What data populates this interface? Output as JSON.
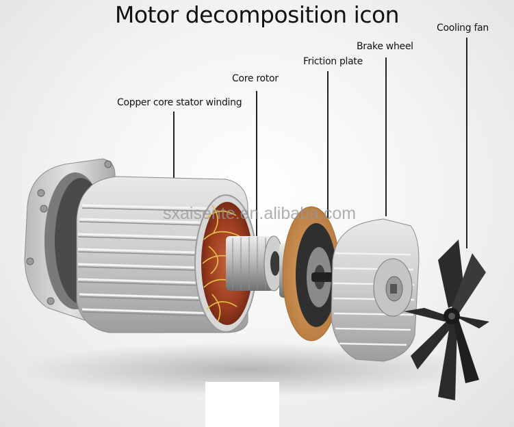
{
  "title": "Motor decomposition icon",
  "watermark": "sxaisente.en.alibaba.com",
  "components": [
    {
      "id": "stator",
      "label": "Copper core stator winding"
    },
    {
      "id": "rotor",
      "label": "Core rotor"
    },
    {
      "id": "friction",
      "label": "Friction plate"
    },
    {
      "id": "brake",
      "label": "Brake wheel"
    },
    {
      "id": "fan",
      "label": "Cooling fan"
    }
  ],
  "colors": {
    "background": "#f2f2f2",
    "housing": "#c9c9c9",
    "copper": "#9a3b1e",
    "winding_wire": "#e8c24a",
    "friction_pad": "#c98c4e",
    "fan": "#2b2b2b",
    "text": "#111111"
  }
}
